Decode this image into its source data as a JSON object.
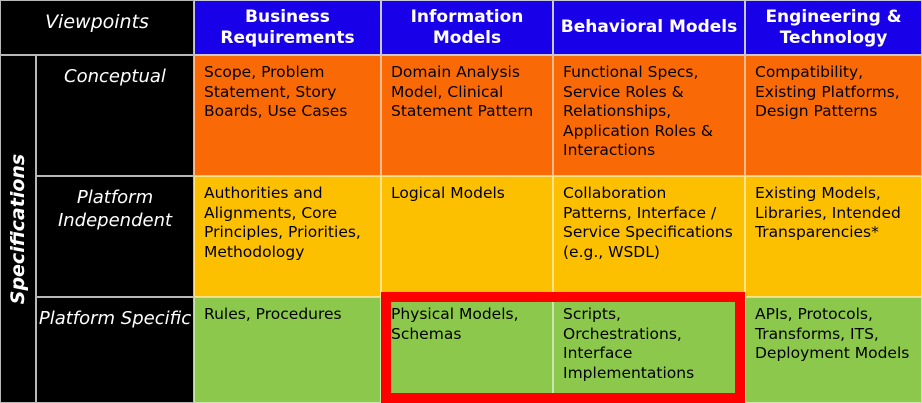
{
  "matrix": {
    "corner_label": "Viewpoints",
    "row_group_label": "Specifications",
    "columns": [
      "Business Requirements",
      "Information Models",
      "Behavioral Models",
      "Engineering & Technology"
    ],
    "rows": [
      {
        "label": "Conceptual",
        "band": "orange",
        "cells": [
          "Scope, Problem Statement, Story Boards, Use Cases",
          "Domain Analysis Model, Clinical Statement Pattern",
          "Functional Specs, Service Roles & Relationships, Application Roles & Interactions",
          "Compatibility, Existing Platforms, Design Patterns"
        ]
      },
      {
        "label": "Platform Independent",
        "band": "amber",
        "cells": [
          "Authorities and Alignments, Core Principles, Priorities, Methodology",
          "Logical Models",
          "Collaboration Patterns, Interface / Service Specifications (e.g., WSDL)",
          "Existing Models, Libraries, Intended Transparencies*"
        ]
      },
      {
        "label": "Platform Specific",
        "band": "green",
        "cells": [
          "Rules, Procedures",
          "Physical Models, Schemas",
          "Scripts, Orchestrations, Interface Implementations",
          "APIs, Protocols, Transforms, ITS, Deployment Models"
        ]
      }
    ],
    "highlight": {
      "color": "#ff0000",
      "covers": [
        "Platform Specific / Information Models",
        "Platform Specific / Behavioral Models"
      ]
    },
    "colors": {
      "header": "#1800e8",
      "conceptual": "#f96a07",
      "platform_independent": "#fdc000",
      "platform_specific": "#8cc84b",
      "label": "#000000",
      "highlight": "#ff0000"
    }
  }
}
